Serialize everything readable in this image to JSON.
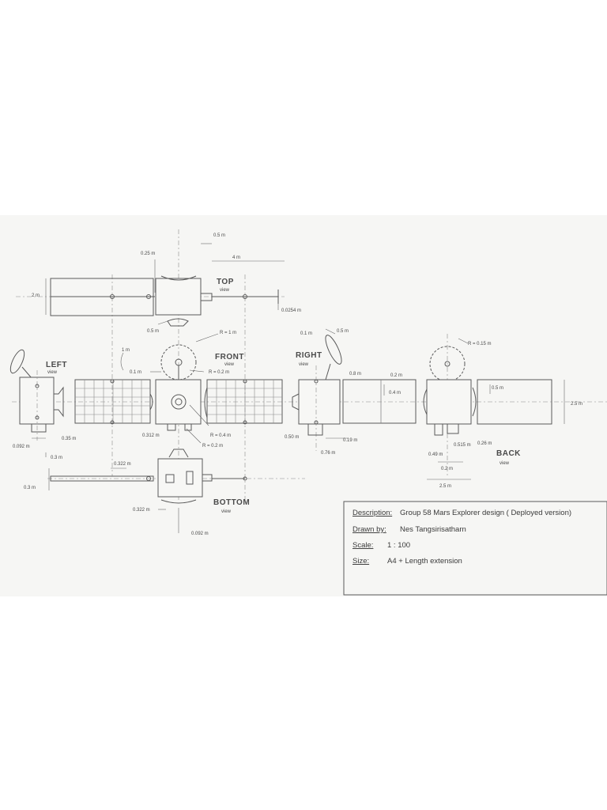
{
  "views": {
    "top": {
      "title": "TOP",
      "sub": "view"
    },
    "front": {
      "title": "FRONT",
      "sub": "view"
    },
    "left": {
      "title": "LEFT",
      "sub": "view"
    },
    "right": {
      "title": "RIGHT",
      "sub": "view"
    },
    "back": {
      "title": "BACK",
      "sub": "view"
    },
    "bottom": {
      "title": "BOTTOM",
      "sub": "view"
    }
  },
  "dimensions": {
    "d_0_5m_top": "0.5 m",
    "d_4m": "4 m",
    "d_0_25m": "0.25 m",
    "d_2m": "2 m",
    "d_0_5m_left": "0.5 m",
    "d_0_0254m": "0.0254 m",
    "d_R1m": "R = 1 m",
    "d_1m": "1 m",
    "d_0_1m": "0.1 m",
    "d_R02m_front": "R = 0.2 m",
    "d_R04m": "R = 0.4 m",
    "d_R02m_low": "R = 0.2 m",
    "d_0_312m": "0.312 m",
    "d_0_35m": "0.35 m",
    "d_0_092m_left": "0.092 m",
    "d_0_3m_left": "0.3 m",
    "d_0_322m": "0.322 m",
    "d_0_3m_bot": "0.3 m",
    "d_0_322m_bot": "0.322 m",
    "d_0_092m_bot": "0.092 m",
    "d_0_1m_right": "0.1 m",
    "d_0_5m_right": "0.5 m",
    "d_0_8m": "0.8 m",
    "d_0_2m_right": "0.2 m",
    "d_0_4m": "0.4 m",
    "d_0_50m": "0.50 m",
    "d_0_19m": "0.19 m",
    "d_0_76m": "0.76 m",
    "d_R015m": "R = 0.15 m",
    "d_0_5m_back": "0.5 m",
    "d_2_5m_side": "2.5 m",
    "d_0_26m": "0.26 m",
    "d_0_49m": "0.49 m",
    "d_0_515m": "0.515 m",
    "d_0_2m_back": "0.2 m",
    "d_2_5m_bottom": "2.5 m"
  },
  "title_block": {
    "description_key": "Description:",
    "description_val": "Group 58 Mars Explorer design  ( Deployed version)",
    "drawn_key": "Drawn by:",
    "drawn_val": "Nes Tangsirisatharn",
    "scale_key": "Scale:",
    "scale_val": "1 : 100",
    "size_key": "Size:",
    "size_val": "A4 + Length extension"
  },
  "colors": {
    "paper": "#f6f6f4",
    "pencil": "#5a5a5a"
  }
}
